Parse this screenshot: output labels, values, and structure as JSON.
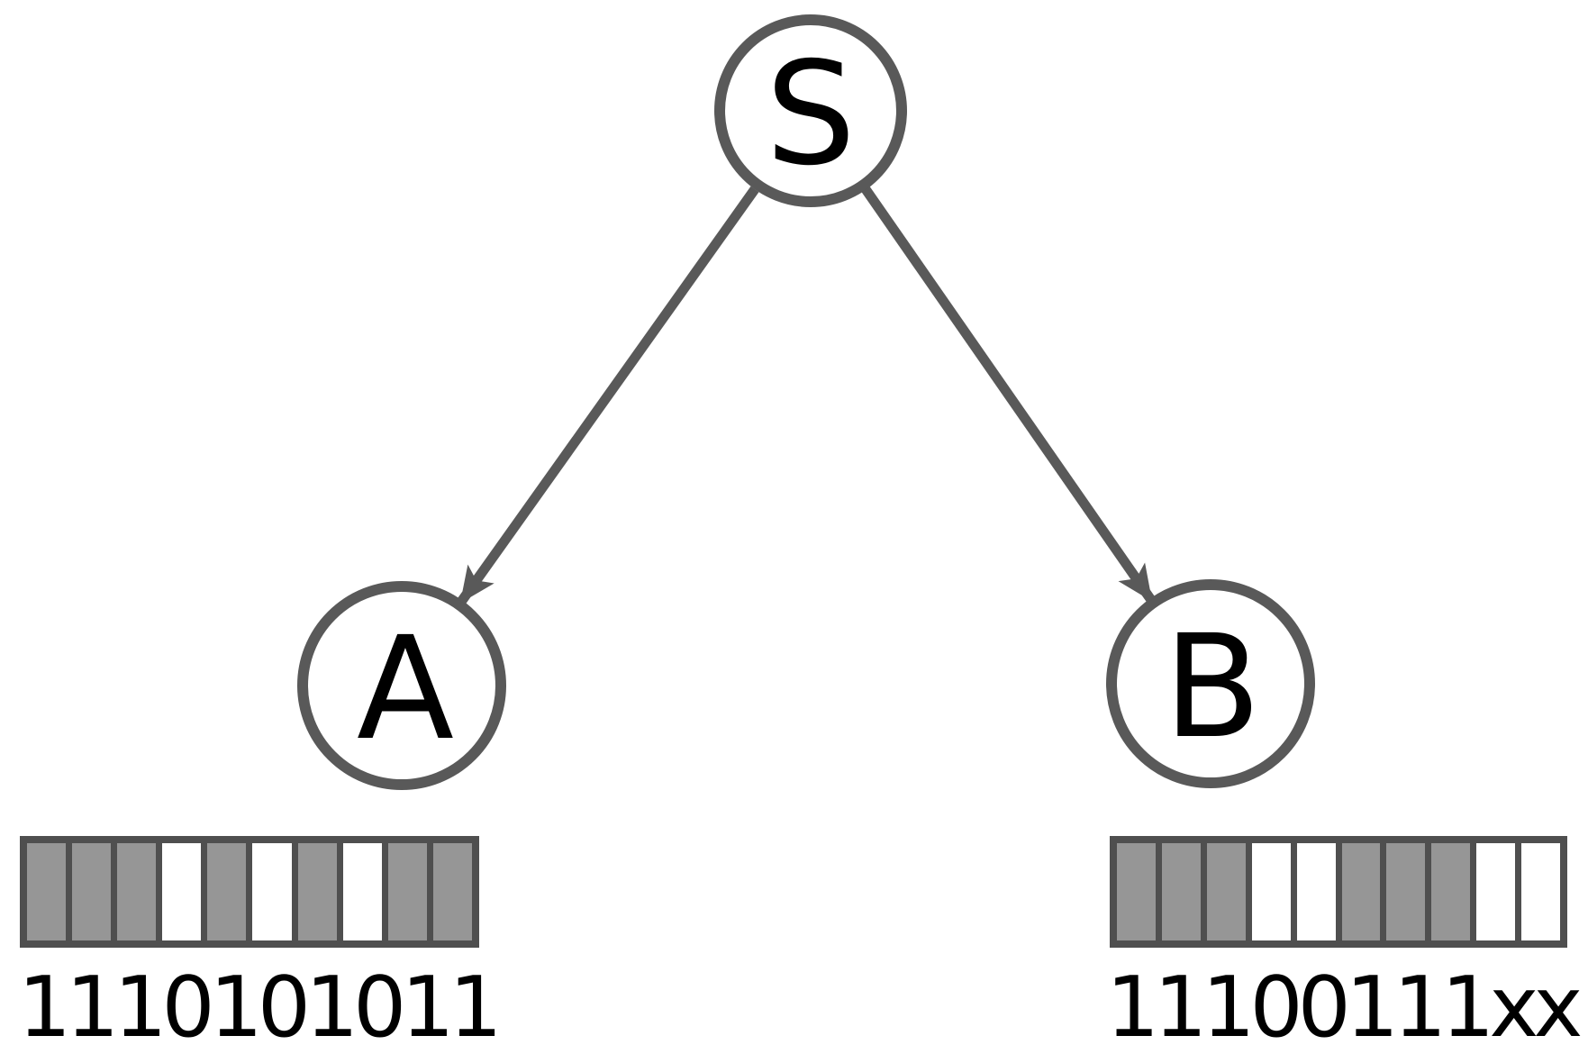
{
  "figure": {
    "background": "#ffffff"
  },
  "colors": {
    "node_outline": "#595959",
    "edge": "#595959",
    "bar_frame": "#4f4f4f",
    "bit_one_fill": "#969696",
    "bit_zero_fill": "#ffffff",
    "node_text": "#000000",
    "caption_text": "#000000"
  },
  "tree": {
    "root": {
      "id": "S",
      "label": "S"
    },
    "children": [
      {
        "id": "A",
        "label": "A"
      },
      {
        "id": "B",
        "label": "B"
      }
    ],
    "edges": [
      {
        "from": "S",
        "to": "A"
      },
      {
        "from": "S",
        "to": "B"
      }
    ]
  },
  "bitstrings": {
    "A": {
      "cells": "1110101011",
      "caption": "1110101011"
    },
    "B": {
      "cells": "11100111xx",
      "caption": "11100111xx"
    }
  }
}
